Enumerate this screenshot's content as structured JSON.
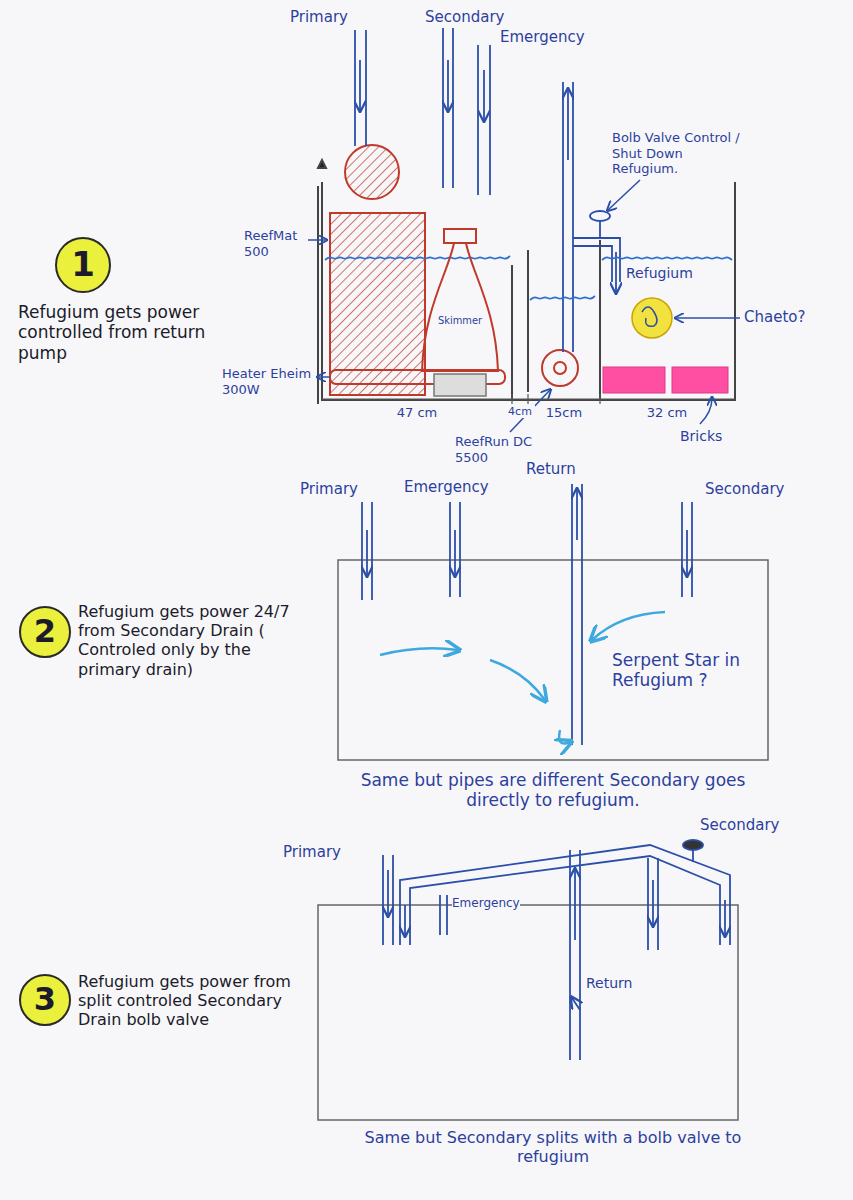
{
  "diagram": {
    "nodes": [
      {
        "text": [
          "1"
        ]
      },
      {
        "text": [
          "2"
        ]
      },
      {
        "text": [
          "3"
        ]
      },
      {
        "text": [
          "Skimmer"
        ]
      }
    ],
    "labels": [
      "Primary",
      "Secondary",
      "Emergency",
      "Bolb Valve Control / Shut Down Refugium.",
      "ReefMat 500",
      "Refugium",
      "Chaeto?",
      "Heater Eheim 300W",
      "47 cm",
      "4cm",
      "15cm",
      "32 cm",
      "ReefRun DC 5500",
      "Bricks",
      "Refugium gets power controlled from return pump",
      "Refugium gets power 24/7 from Secondary Drain ( Controled only by the primary drain)",
      "Primary",
      "Emergency",
      "Return",
      "Secondary",
      "Serpent Star in Refugium ?",
      "Same but pipes are different Secondary goes directly to refugium.",
      "Primary",
      "Emergency",
      "Secondary",
      "Return",
      "Refugium gets power from split controled Secondary Drain bolb valve",
      "Same but Secondary splits with a bolb valve to refugium"
    ]
  }
}
